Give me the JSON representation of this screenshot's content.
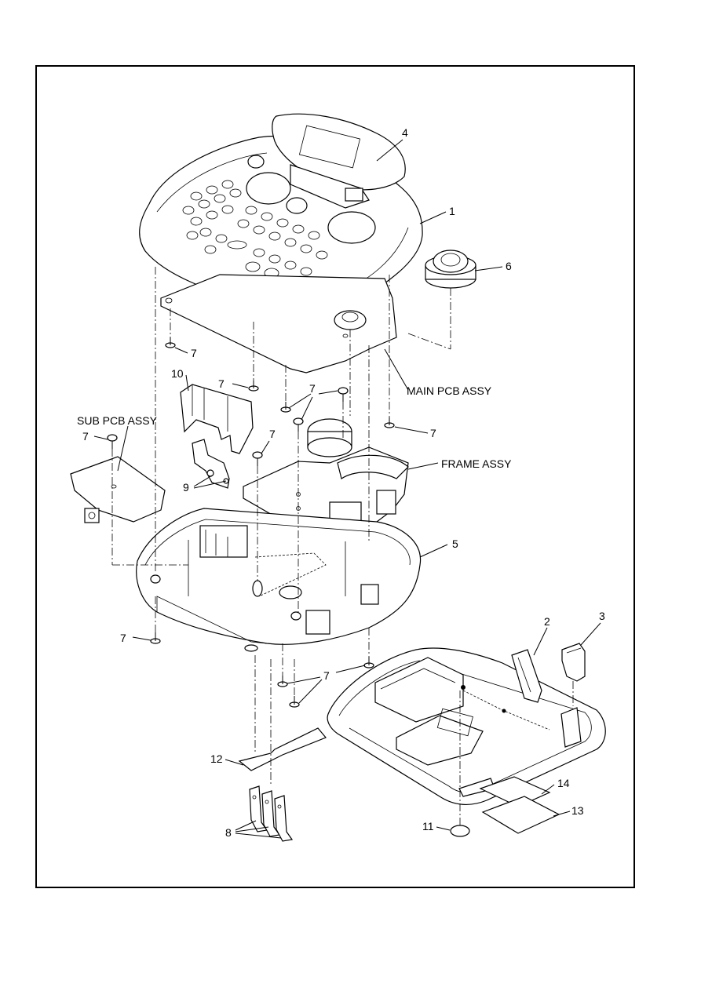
{
  "diagram": {
    "callouts": {
      "c1": "1",
      "c2": "2",
      "c3": "3",
      "c4": "4",
      "c5": "5",
      "c6": "6",
      "c7": "7",
      "c8": "8",
      "c9": "9",
      "c10": "10",
      "c11": "11",
      "c12": "12",
      "c13": "13",
      "c14": "14"
    },
    "assemblies": {
      "main_pcb": "MAIN PCB ASSY",
      "sub_pcb": "SUB PCB ASSY",
      "frame": "FRAME ASSY"
    }
  }
}
